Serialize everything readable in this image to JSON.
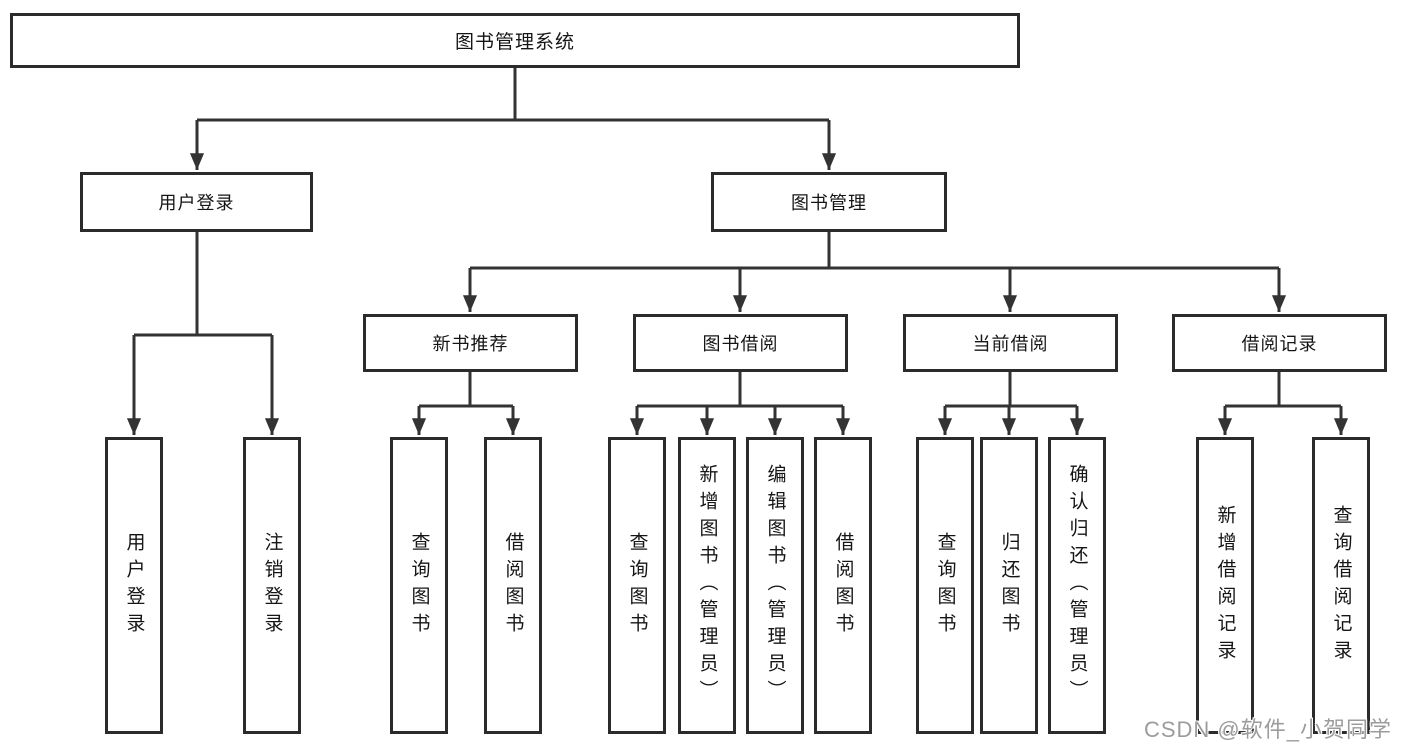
{
  "colors": {
    "line": "#333333",
    "border": "#2b2b2b",
    "text": "#151515",
    "watermark": "#9c9c9c",
    "background": "#ffffff"
  },
  "watermark": "CSDN @软件_小贺同学",
  "tree": {
    "root_label": "图书管理系统",
    "groups": [
      {
        "label": "用户登录",
        "leaves": [
          "用户登录",
          "注销登录"
        ]
      },
      {
        "label": "图书管理",
        "subgroups": [
          {
            "label": "新书推荐",
            "leaves": [
              "查询图书",
              "借阅图书"
            ]
          },
          {
            "label": "图书借阅",
            "leaves": [
              "查询图书",
              "新增图书（管理员）",
              "编辑图书（管理员）",
              "借阅图书"
            ]
          },
          {
            "label": "当前借阅",
            "leaves": [
              "查询图书",
              "归还图书",
              "确认归还（管理员）"
            ]
          },
          {
            "label": "借阅记录",
            "leaves": [
              "新增借阅记录",
              "查询借阅记录"
            ]
          }
        ]
      }
    ]
  }
}
